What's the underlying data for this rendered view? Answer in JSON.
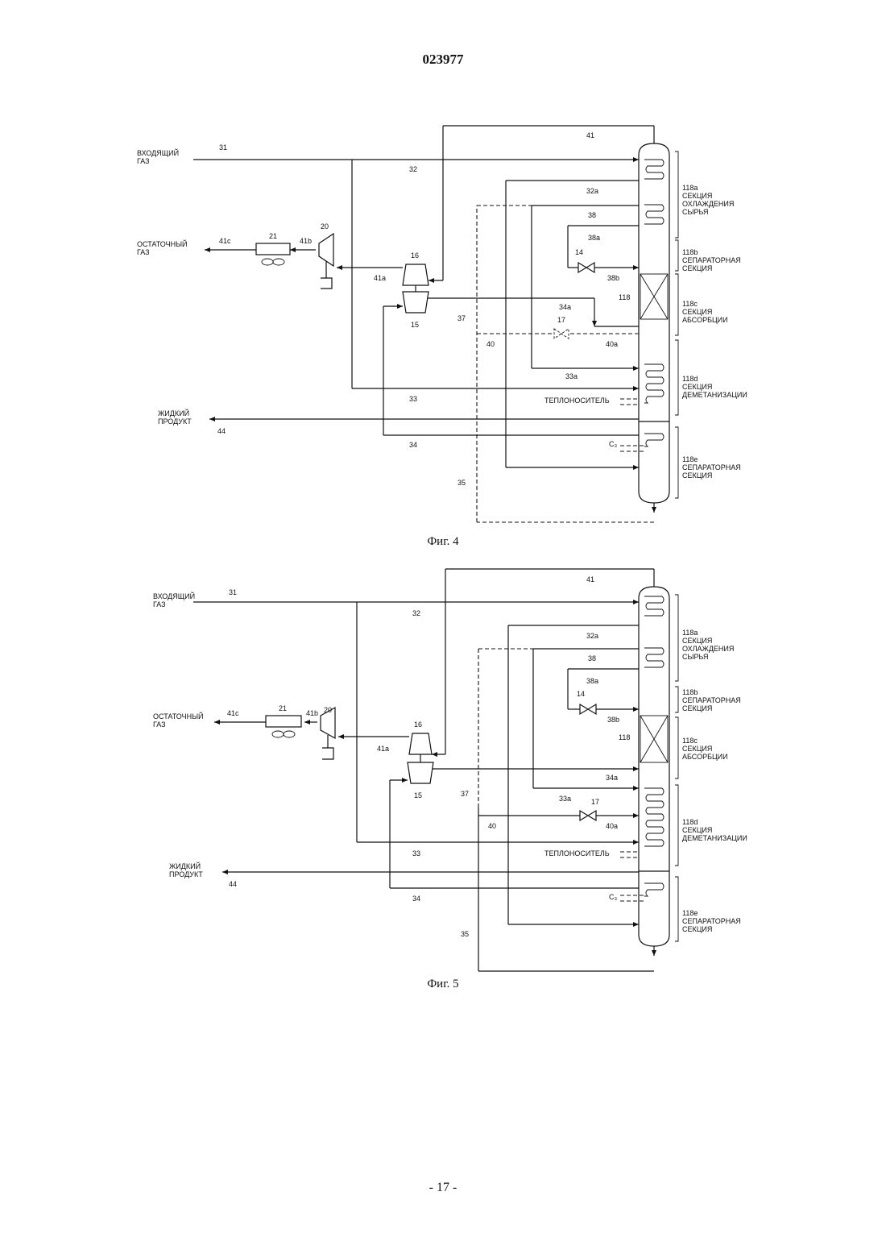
{
  "header": {
    "doc_number": "023977"
  },
  "footer": {
    "page_number": "- 17 -"
  },
  "figures": [
    {
      "caption": "Фиг. 4",
      "labels": {
        "inlet": "ВХОДЯЩИЙ\nГАЗ",
        "residue": "ОСТАТОЧНЫЙ\nГАЗ",
        "liquid": "ЖИДКИЙ\nПРОДУКТ",
        "heat_medium": "ТЕПЛОНОСИТЕЛЬ",
        "c3": "C₃",
        "sec_118a": "118a\nСЕКЦИЯ\nОХЛАЖДЕНИЯ\nСЫРЬЯ",
        "sec_118b": "118b\nСЕПАРАТОРНАЯ\nСЕКЦИЯ",
        "sec_118c": "118c\nСЕКЦИЯ\nАБСОРБЦИИ",
        "sec_118d": "118d\nСЕКЦИЯ\nДЕМЕТАНИЗАЦИИ",
        "sec_118e": "118e\nСЕПАРАТОРНАЯ\nСЕКЦИЯ",
        "col": "118"
      },
      "streams": {
        "s31": "31",
        "s32": "32",
        "s32a": "32a",
        "s33": "33",
        "s33a": "33a",
        "s34": "34",
        "s34a": "34a",
        "s35": "35",
        "s37": "37",
        "s38": "38",
        "s38a": "38a",
        "s38b": "38b",
        "s40": "40",
        "s40a": "40a",
        "s41": "41",
        "s41a": "41a",
        "s41b": "41b",
        "s41c": "41c",
        "s44": "44",
        "e14": "14",
        "e15": "15",
        "e16": "16",
        "e17": "17",
        "e20": "20",
        "e21": "21"
      }
    },
    {
      "caption": "Фиг. 5",
      "labels": {
        "inlet": "ВХОДЯЩИЙ\nГАЗ",
        "residue": "ОСТАТОЧНЫЙ\nГАЗ",
        "liquid": "ЖИДКИЙ\nПРОДУКТ",
        "heat_medium": "ТЕПЛОНОСИТЕЛЬ",
        "c3": "C₃",
        "sec_118a": "118a\nСЕКЦИЯ\nОХЛАЖДЕНИЯ\nСЫРЬЯ",
        "sec_118b": "118b\nСЕПАРАТОРНАЯ\nСЕКЦИЯ",
        "sec_118c": "118c\nСЕКЦИЯ\nАБСОРБЦИИ",
        "sec_118d": "118d\nСЕКЦИЯ\nДЕМЕТАНИЗАЦИИ",
        "sec_118e": "118e\nСЕПАРАТОРНАЯ\nСЕКЦИЯ",
        "col": "118"
      },
      "streams": {
        "s31": "31",
        "s32": "32",
        "s32a": "32a",
        "s33": "33",
        "s33a": "33a",
        "s34": "34",
        "s34a": "34a",
        "s35": "35",
        "s37": "37",
        "s38": "38",
        "s38a": "38a",
        "s38b": "38b",
        "s40": "40",
        "s40a": "40a",
        "s41": "41",
        "s41a": "41a",
        "s41b": "41b",
        "s41c": "41c",
        "s44": "44",
        "e14": "14",
        "e15": "15",
        "e16": "16",
        "e17": "17",
        "e20": "20",
        "e21": "21"
      }
    }
  ]
}
